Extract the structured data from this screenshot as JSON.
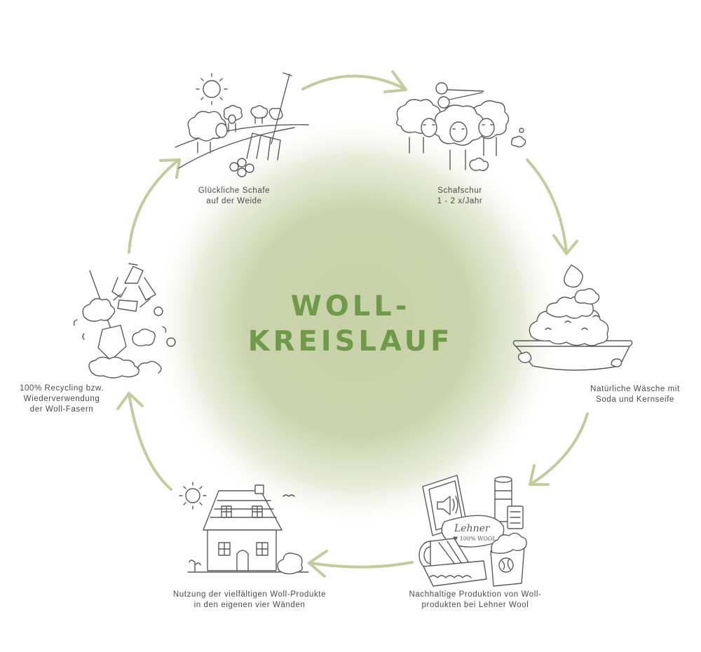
{
  "title": {
    "line1": "WOLL-",
    "line2": "KREISLAUF"
  },
  "colors": {
    "title": "#6f9a4a",
    "glow": "#c8d2a8",
    "arrow": "#c3cc9c",
    "line_art": "#5a5a5a",
    "label_text": "#4a4a4a"
  },
  "steps": [
    {
      "icon": "sheep-meadow-icon",
      "line1": "Glückliche Schafe",
      "line2": "auf der Weide"
    },
    {
      "icon": "sheep-shearing-icon",
      "line1": "Schafschur",
      "line2": "1 - 2 x/Jahr"
    },
    {
      "icon": "wool-washing-icon",
      "line1": "Natürliche Wäsche mit",
      "line2": "Soda und Kernseife"
    },
    {
      "icon": "wool-production-icon",
      "line1": "Nachhaltige Produktion von Woll-",
      "line2": "produkten bei Lehner Wool"
    },
    {
      "icon": "house-icon",
      "line1": "Nutzung der vielfältigen Woll-Produkte",
      "line2": "in den eigenen vier Wänden"
    },
    {
      "icon": "recycling-icon",
      "line1": "100% Recycling bzw.",
      "line2": "Wiederverwendung",
      "line3": "der Woll-Fasern"
    }
  ],
  "product_labels": {
    "brand": "Lehner",
    "tag": "♥ 100% WOOL"
  }
}
